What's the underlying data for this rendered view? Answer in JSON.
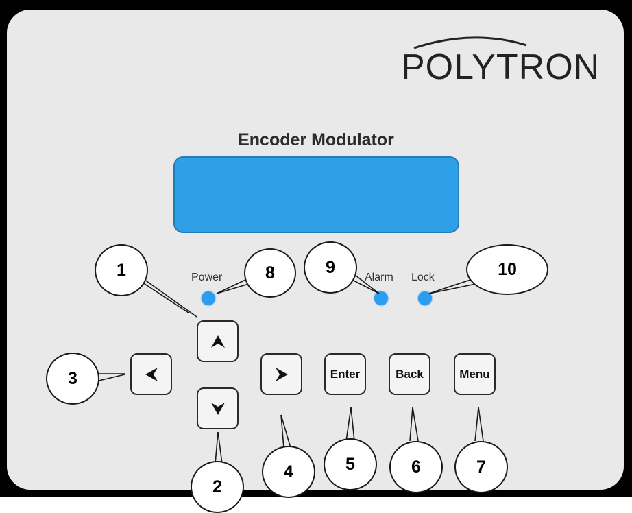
{
  "brand": {
    "name": "POLYTRON"
  },
  "device": {
    "title": "Encoder Modulator"
  },
  "leds": {
    "power": "Power",
    "alarm": "Alarm",
    "lock": "Lock"
  },
  "buttons": {
    "enter": "Enter",
    "back": "Back",
    "menu": "Menu"
  },
  "callouts": [
    "1",
    "2",
    "3",
    "4",
    "5",
    "6",
    "7",
    "8",
    "9",
    "10"
  ],
  "colors": {
    "panel": "#e9e9ea",
    "lcd": "#2f9fe8",
    "led": "#2a9df0",
    "frame": "#000000"
  }
}
